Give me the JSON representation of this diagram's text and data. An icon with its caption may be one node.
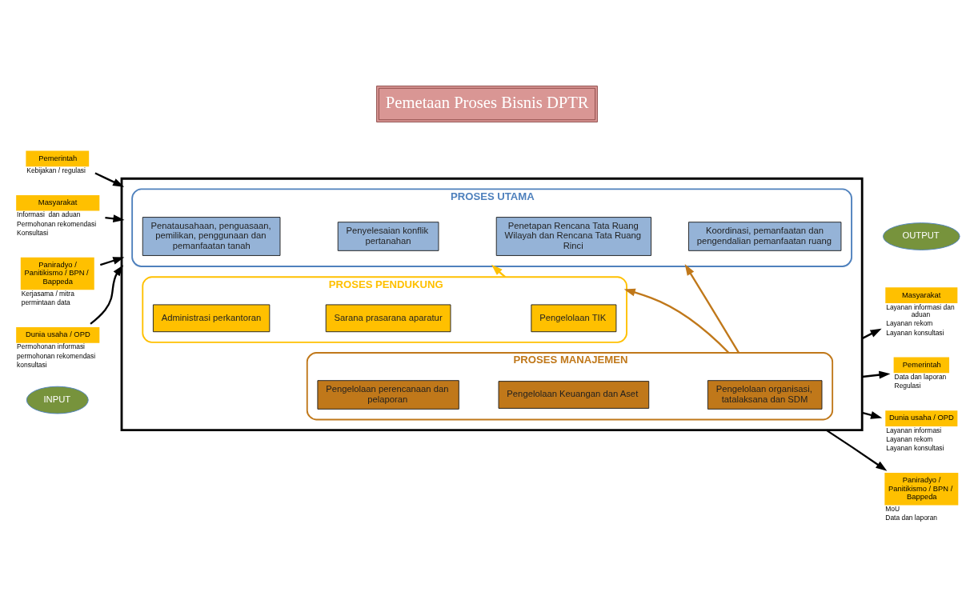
{
  "diagram": {
    "title": "Pemetaan Proses Bisnis DPTR",
    "nodes": [
      {
        "text": [
          "INPUT"
        ]
      },
      {
        "text": [
          "OUTPUT"
        ]
      },
      {
        "text": [],
        "shape": "box"
      },
      {
        "text": [
          "PROSES UTAMA"
        ],
        "in": 2
      },
      {
        "text": [
          "Penatausahaan, penguasaan, pemilikan, penggunaan dan pemanfaatan tanah"
        ],
        "in": 3
      },
      {
        "text": [
          "Penyelesaian konflik pertanahan"
        ],
        "in": 3
      },
      {
        "text": [
          "Penetapan Rencana Tata Ruang Wilayah dan Rencana Tata Ruang Rinci"
        ],
        "in": 3
      },
      {
        "text": [
          "Koordinasi, pemanfaatan dan pengendalian pemanfaatan ruang"
        ],
        "in": 3
      },
      {
        "text": [
          "PROSES PENDUKUNG"
        ],
        "in": 2
      },
      {
        "text": [
          "Administrasi perkantoran"
        ],
        "in": 8
      },
      {
        "text": [
          "Sarana prasarana aparatur"
        ],
        "in": 8
      },
      {
        "text": [
          "Pengelolaan TIK"
        ],
        "in": 8
      },
      {
        "text": [
          "PROSES MANAJEMEN"
        ],
        "in": 2
      },
      {
        "text": [
          "Pengelolaan perencanaan dan pelaporan"
        ],
        "in": 12
      },
      {
        "text": [
          "Pengelolaan Keuangan dan Aset"
        ],
        "in": 12
      },
      {
        "text": [
          "Pengelolaan organisasi, tatalaksana dan SDM"
        ],
        "in": 12
      },
      {
        "text": [
          "Pemerintah"
        ],
        "beside": [
          "Kebijakan / regulasi"
        ]
      },
      {
        "text": [
          "Masyarakat"
        ],
        "beside": [
          "Informasi  dan aduan",
          "Permohonan rekomendasi",
          "Konsultasi"
        ]
      },
      {
        "text": [
          "Paniradyo / Panitikismo / BPN / Bappeda"
        ],
        "beside": [
          "Kerjasama / mitra",
          "permintaan data"
        ]
      },
      {
        "text": [
          "Dunia usaha / OPD"
        ],
        "beside": [
          "Permohonan informasi",
          "permohonan rekomendasi",
          "konsultasi"
        ]
      },
      {
        "text": [
          "Pemerintah"
        ],
        "beside": [
          "Data dan laporan",
          "Regulasi"
        ]
      },
      {
        "text": [
          "Masyarakat"
        ],
        "beside": [
          "Layanan informasi dan aduan",
          "Layanan rekom",
          "Layanan konsultasi"
        ]
      },
      {
        "text": [
          "Paniradyo / Panitikismo / BPN / Bappeda"
        ],
        "beside": [
          "MoU",
          "Data dan laporan"
        ]
      },
      {
        "text": [
          "Dunia usaha / OPD"
        ],
        "beside": [
          "Layanan informasi",
          "Layanan rekom",
          "Layanan konsultasi"
        ]
      }
    ],
    "edges": [
      {
        "from": 16,
        "to": 2,
        "arrow": "to"
      },
      {
        "from": 17,
        "to": 2,
        "arrow": "to"
      },
      {
        "from": 18,
        "to": 2,
        "arrow": "to"
      },
      {
        "from": 19,
        "to": 2,
        "arrow": "to"
      },
      {
        "from": 2,
        "to": 20,
        "arrow": "to"
      },
      {
        "from": 2,
        "to": 21,
        "arrow": "to"
      },
      {
        "from": 2,
        "to": 22,
        "arrow": "to"
      },
      {
        "from": 2,
        "to": 23,
        "arrow": "to"
      },
      {
        "from": 12,
        "to": 3,
        "arrow": "to",
        "color": "#c0781a"
      },
      {
        "from": 12,
        "to": 8,
        "arrow": "to",
        "color": "#c0781a"
      },
      {
        "from": 8,
        "to": 3,
        "arrow": "to",
        "color": "#ffc000"
      }
    ]
  }
}
